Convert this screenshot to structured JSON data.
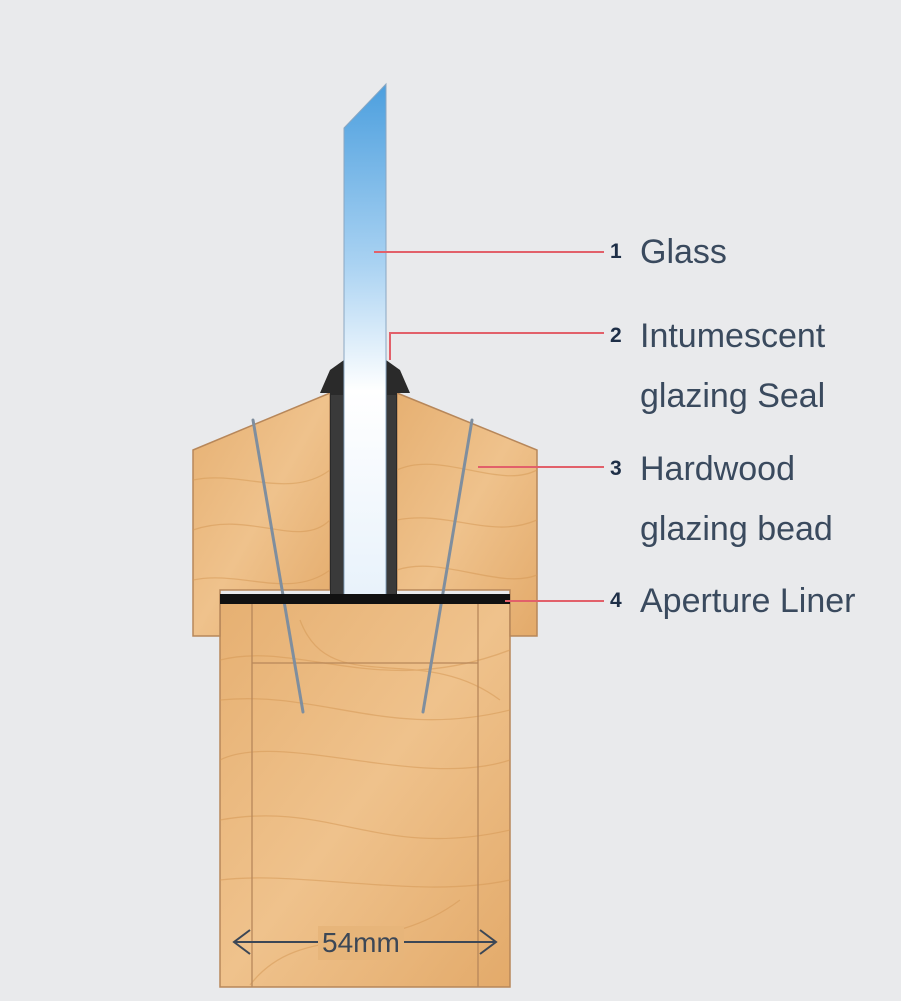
{
  "callouts": [
    {
      "number": "1",
      "lines": [
        "Glass"
      ]
    },
    {
      "number": "2",
      "lines": [
        "Intumescent",
        "glazing Seal"
      ]
    },
    {
      "number": "3",
      "lines": [
        "Hardwood",
        "glazing bead"
      ]
    },
    {
      "number": "4",
      "lines": [
        "Aperture Liner"
      ]
    }
  ],
  "dimension": {
    "label": "54mm"
  },
  "colors": {
    "background": "#e9eaec",
    "wood": "#e9b67c",
    "wood_grain": "#d79a58",
    "glass_top": "#4fa3df",
    "glass_mid": "#ffffff",
    "seal": "#2a2a2a",
    "leader_line": "#e2606a",
    "label_text": "#3a4a5e"
  }
}
